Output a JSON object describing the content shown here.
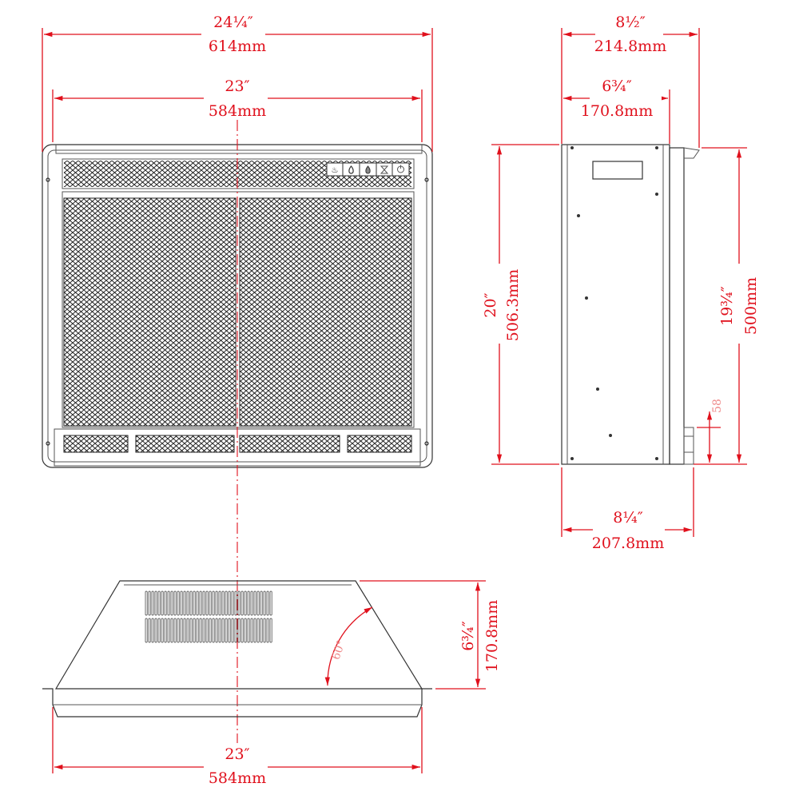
{
  "front_view": {
    "overall_width_in": "24¼″",
    "overall_width_mm": "614mm",
    "opening_width_in": "23″",
    "opening_width_mm": "584mm",
    "control_icons": [
      "heat-icon",
      "flame-icon",
      "flame-color-icon",
      "timer-icon",
      "power-icon"
    ]
  },
  "side_view": {
    "depth_in": "8½″",
    "depth_mm": "214.8mm",
    "body_depth_in": "6¾″",
    "body_depth_mm": "170.8mm",
    "height_in": "20″",
    "height_mm": "506.3mm",
    "inner_height_in": "19¾″",
    "inner_height_mm": "500mm",
    "base_height": "58",
    "bottom_depth_in": "8¼″",
    "bottom_depth_mm": "207.8mm"
  },
  "top_view": {
    "depth_in": "6¾″",
    "depth_mm": "170.8mm",
    "angle": "60°",
    "width_in": "23″",
    "width_mm": "584mm"
  },
  "colors": {
    "dimension": "#e0101c",
    "outline": "#333333"
  }
}
